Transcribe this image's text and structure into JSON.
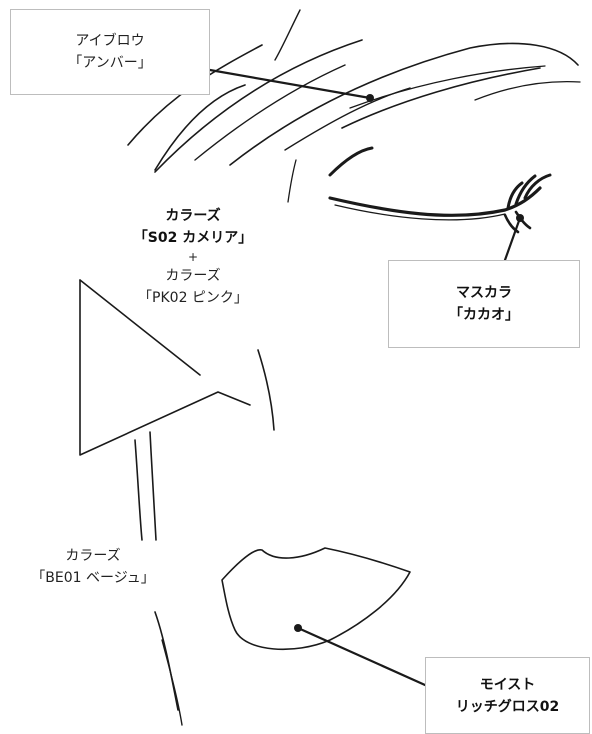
{
  "annotations": {
    "eyebrow": {
      "line1": "アイブロウ",
      "line2": "「アンバー」"
    },
    "mascara": {
      "line1": "マスカラ",
      "line2": "「カカオ」"
    },
    "cheek": {
      "line1": "カラーズ",
      "line2": "「S02 カメリア」",
      "plus": "+",
      "line3": "カラーズ",
      "line4": "「PK02 ピンク」"
    },
    "nose": {
      "line1": "カラーズ",
      "line2": "「BE01 ベージュ」"
    },
    "lip": {
      "line1": "モイスト",
      "line2": "リッチグロス02"
    }
  },
  "colors": {
    "line": "#1a1a1a",
    "box_border": "#bdbdbd"
  }
}
